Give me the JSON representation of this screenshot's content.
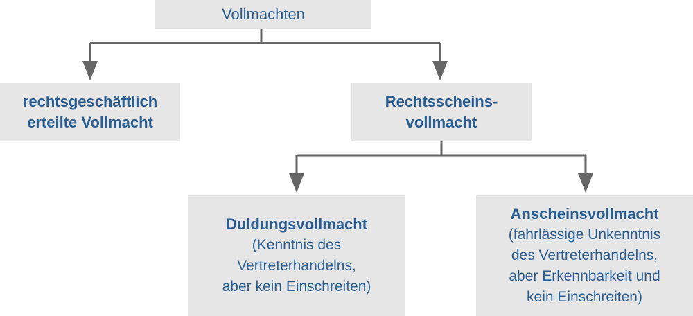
{
  "diagram": {
    "root": {
      "label": "Vollmachten"
    },
    "level1": [
      {
        "lines": [
          "rechtsgeschäftlich",
          "erteilte Vollmacht"
        ]
      },
      {
        "lines": [
          "Rechtsscheins-",
          "vollmacht"
        ]
      }
    ],
    "level2": [
      {
        "title": "Duldungsvollmacht",
        "lines": [
          "(Kenntnis des",
          "Vertreterhandelns,",
          "aber kein Einschreiten)"
        ]
      },
      {
        "title": "Anscheinsvollmacht",
        "lines": [
          "(fahrlässige Unkenntnis",
          "des Vertreterhandelns,",
          "aber Erkennbarkeit und",
          "kein Einschreiten)"
        ]
      }
    ],
    "colors": {
      "box_fill": "#e6e6e6",
      "text": "#2a5e92",
      "connector": "#666666"
    }
  }
}
